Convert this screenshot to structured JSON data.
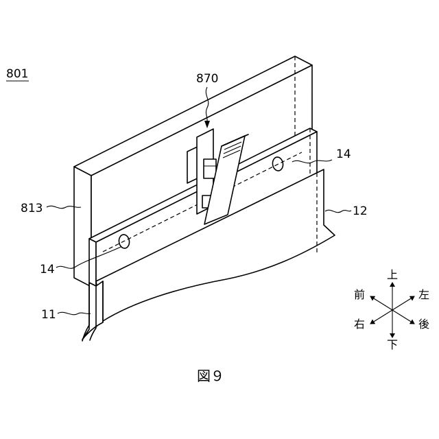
{
  "figure": {
    "caption": "図９",
    "ref_main": "801",
    "labels": {
      "clip": "870",
      "holder": "813",
      "hole_right": "14",
      "hole_left": "14",
      "sheet_right": "12",
      "sheet_left": "11"
    },
    "directions": {
      "up": "上",
      "down": "下",
      "front": "前",
      "back": "後",
      "left": "左",
      "right": "右"
    }
  }
}
